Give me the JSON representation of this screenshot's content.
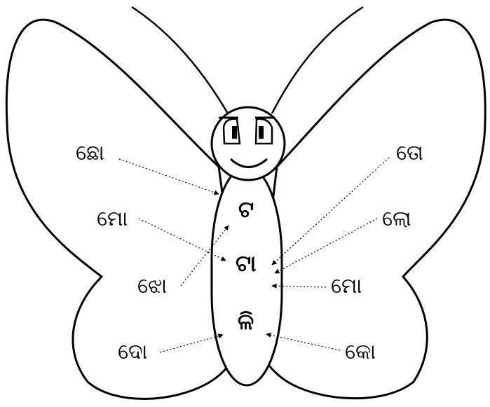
{
  "outer_labels": [
    "ଛୋ",
    "ମୋ",
    "ଝୋ",
    "ଦୋ",
    "ତୋ",
    "ଲୋ",
    "ମୋ",
    "କୋ"
  ],
  "body_syllables": [
    "ଟ",
    "ଟା",
    "ଳି"
  ]
}
